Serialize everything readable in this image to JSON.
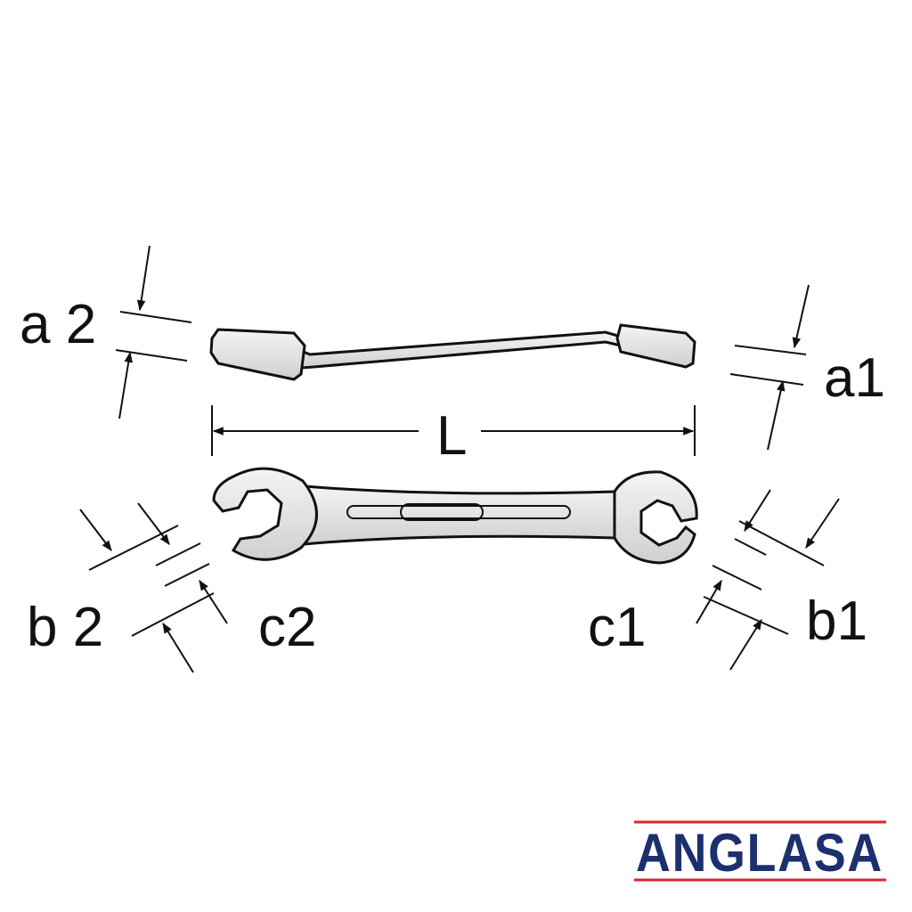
{
  "labels": {
    "a1": "a1",
    "a2": "a 2",
    "L": "L",
    "b1": "b1",
    "b2": "b 2",
    "c1": "c1",
    "c2": "c2"
  },
  "logo": {
    "text": "ANGLASA",
    "text_color": "#1c2f6e",
    "line_color": "#d9262c"
  },
  "colors": {
    "wrench_fill": "#e6e6e6",
    "line": "#111111"
  }
}
